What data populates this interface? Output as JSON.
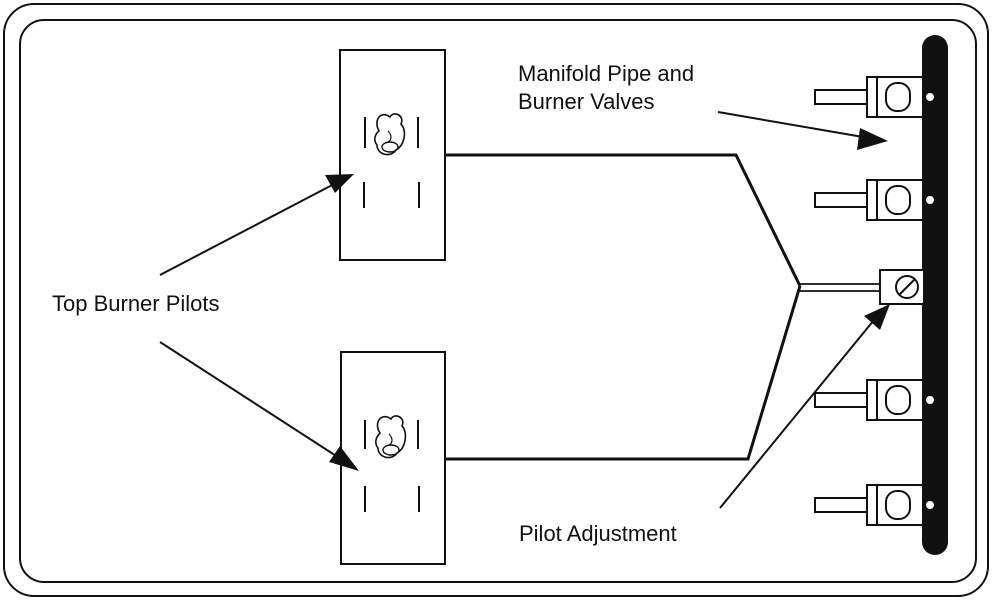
{
  "labels": {
    "top_burner_pilots": "Top Burner Pilots",
    "manifold_line1": "Manifold Pipe and",
    "manifold_line2": "Burner Valves",
    "pilot_adjustment": "Pilot Adjustment"
  },
  "colors": {
    "ink": "#111111",
    "background": "#ffffff"
  }
}
